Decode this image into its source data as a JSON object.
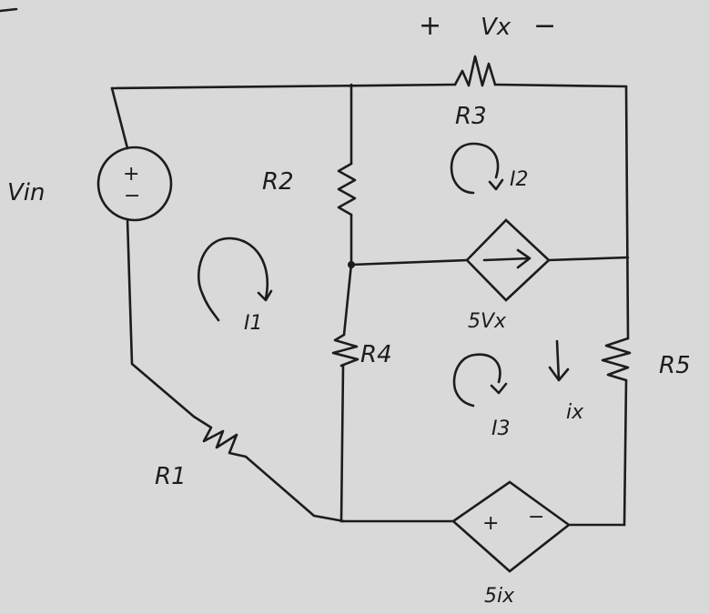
{
  "labels": {
    "vin": "Vin",
    "r1": "R1",
    "r2": "R2",
    "r3": "R3",
    "r4": "R4",
    "r5": "R5",
    "vx_plus": "+",
    "vx": "Vx",
    "vx_minus": "−",
    "i1": "I1",
    "i2": "I2",
    "i3": "I3",
    "ix": "ix",
    "ccs_gain": "5Vx",
    "ccvs_gain": "5ix",
    "src_plus": "+",
    "src_minus": "−",
    "ccvs_plus": "+",
    "ccvs_minus": "−"
  },
  "colors": {
    "ink": "#1c1c1c",
    "paper": "#d9d9d9"
  }
}
